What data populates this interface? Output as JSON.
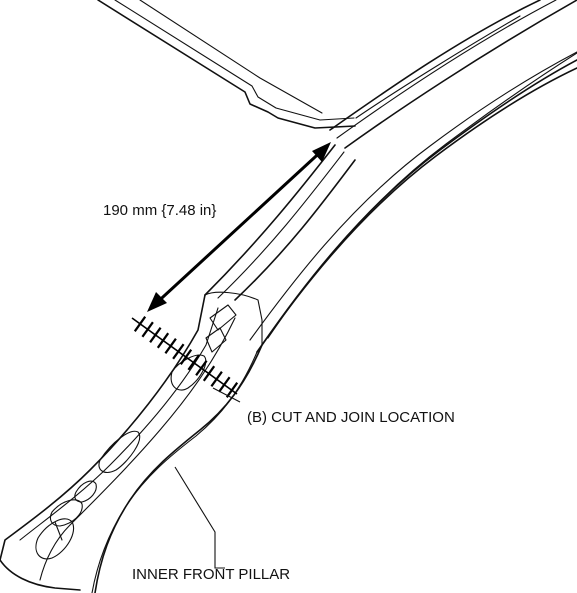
{
  "labels": {
    "dimension": "190 mm {7.48 in}",
    "cut_location": "(B) CUT AND JOIN LOCATION",
    "part_name": "INNER FRONT PILLAR"
  }
}
